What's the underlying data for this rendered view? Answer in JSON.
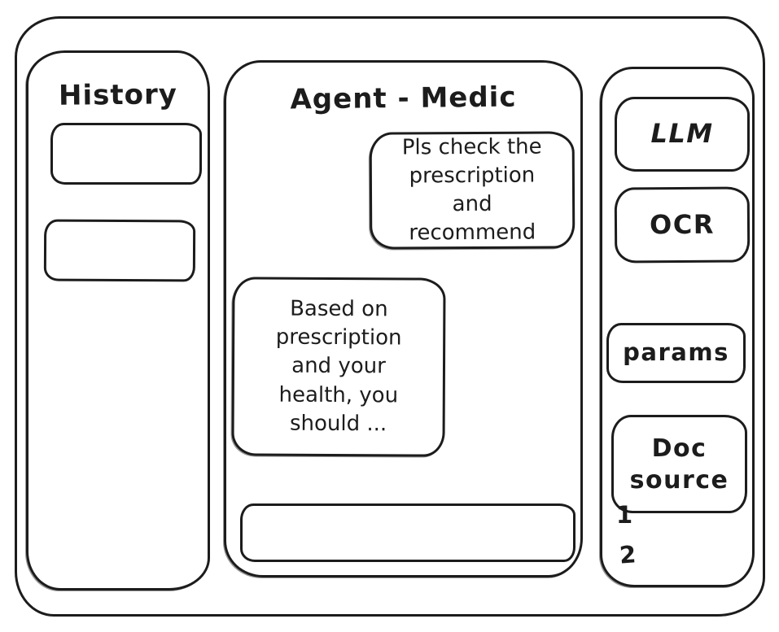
{
  "colors": {
    "ink": "#1c1c1c",
    "background": "#ffffff"
  },
  "history_panel": {
    "title": "History"
  },
  "chat_panel": {
    "title": "Agent - Medic",
    "user_message": "Pls check the prescription and recommend",
    "agent_message": "Based on prescription and your health, you should ...",
    "input_value": ""
  },
  "tools_panel": {
    "llm_label": "LLM",
    "ocr_label": "OCR",
    "params_label": "params",
    "doc_source_label": "Doc source",
    "doc_source_items": [
      "1",
      "2"
    ]
  }
}
